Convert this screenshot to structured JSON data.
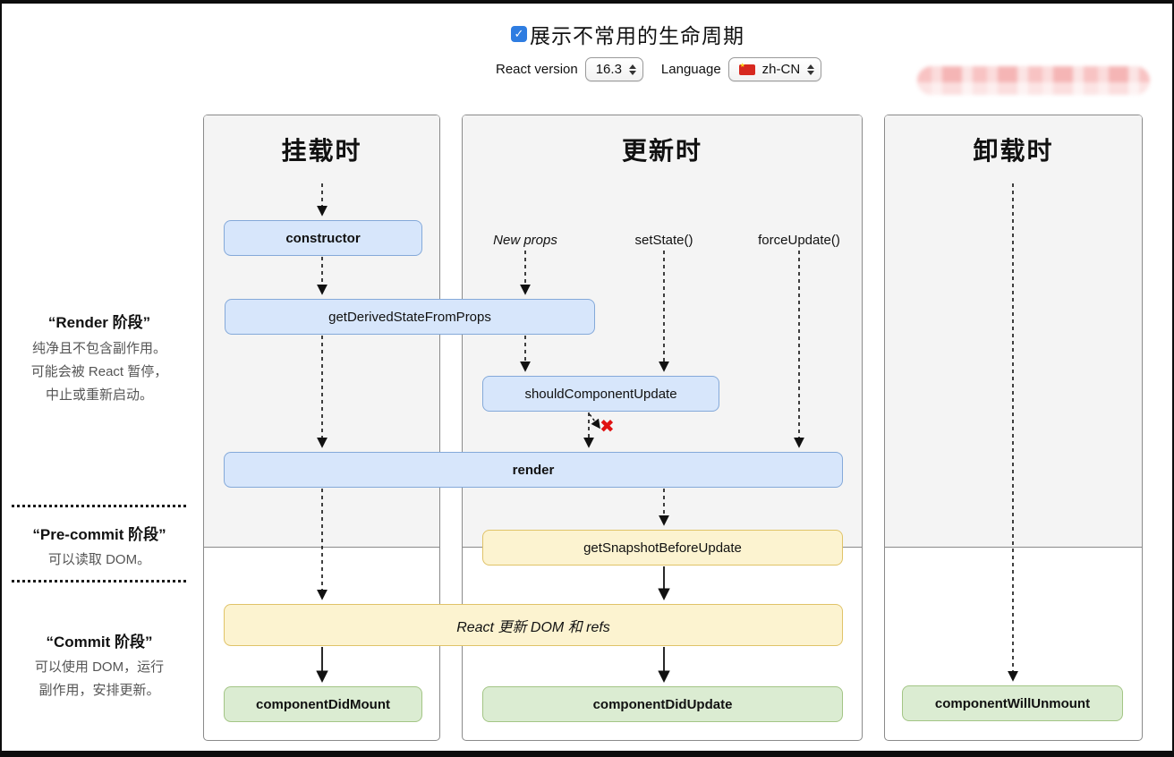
{
  "header": {
    "toggle_label": "展示不常用的生命周期",
    "toggle_checked": true,
    "react_version_label": "React version",
    "react_version_value": "16.3",
    "language_label": "Language",
    "language_value": "zh-CN",
    "sponsor_area": "redacted-pink-blur"
  },
  "icons": {
    "check": "✓",
    "flag_star": "★"
  },
  "columns": [
    {
      "title": "挂载时"
    },
    {
      "title": "更新时",
      "triggers": [
        "New props",
        "setState()",
        "forceUpdate()"
      ]
    },
    {
      "title": "卸载时"
    }
  ],
  "phases": [
    {
      "name": "“Render 阶段”",
      "description": [
        "纯净且不包含副作用。",
        "可能会被 React 暂停，",
        "中止或重新启动。"
      ]
    },
    {
      "name": "“Pre-commit 阶段”",
      "description": [
        "可以读取 DOM。"
      ]
    },
    {
      "name": "“Commit 阶段”",
      "description": [
        "可以使用 DOM，运行",
        "副作用，安排更新。"
      ]
    }
  ],
  "boxes": {
    "constructor": "constructor",
    "get_derived_state_from_props": "getDerivedStateFromProps",
    "should_component_update": "shouldComponentUpdate",
    "render": "render",
    "get_snapshot_before_update": "getSnapshotBeforeUpdate",
    "react_updates_dom": "React 更新 DOM 和 refs",
    "component_did_mount": "componentDidMount",
    "component_did_update": "componentDidUpdate",
    "component_will_unmount": "componentWillUnmount"
  },
  "markers": {
    "skip_render_x": "✖"
  },
  "colors": {
    "box_blue_bg": "#d7e6fb",
    "box_blue_border": "#84a9d9",
    "box_yellow_bg": "#fcf3d0",
    "box_yellow_border": "#e0c368",
    "box_green_bg": "#dbecd2",
    "box_green_border": "#a3c585",
    "phase_gray_bg": "#f4f4f4",
    "checkbox_blue": "#2f7de1",
    "skip_x_red": "#e01212"
  }
}
